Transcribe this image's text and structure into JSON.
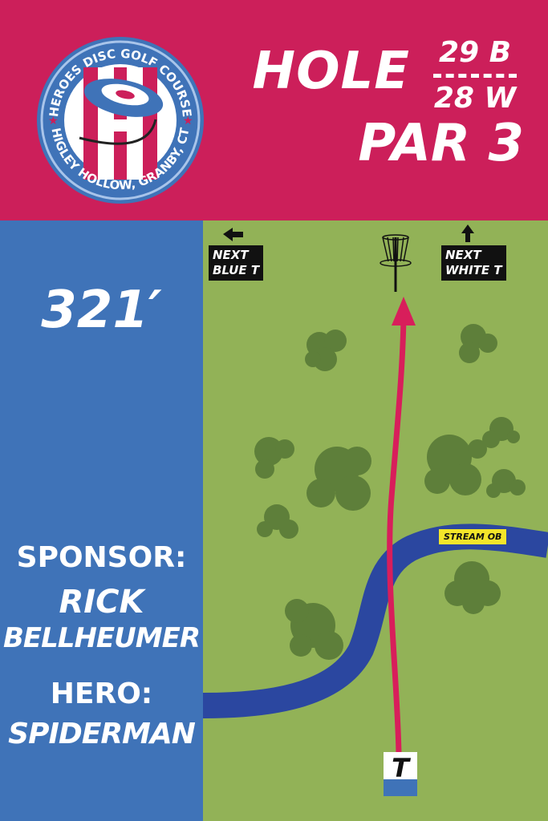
{
  "logo": {
    "top_text": "HEROES DISC GOLF COURSE",
    "bottom_text": "HIGLEY HOLLOW, GRANBY, CT"
  },
  "header": {
    "hole_label": "HOLE",
    "hole_blue": "29 B",
    "hole_white": "28 W",
    "par": "PAR 3"
  },
  "left": {
    "distance": "321′",
    "sponsor_label": "SPONSOR:",
    "sponsor_name_1": "RICK",
    "sponsor_name_2": "BELLHEUMER",
    "hero_label": "HERO:",
    "hero_name": "SPIDERMAN"
  },
  "map": {
    "next_blue": [
      "NEXT",
      "BLUE T"
    ],
    "next_white": [
      "NEXT",
      "WHITE T"
    ],
    "stream_label": "STREAM OB",
    "tee_label": "T"
  },
  "colors": {
    "pink": "#cc1f5a",
    "blue": "#3f73b8",
    "grass": "#92b257",
    "tree": "#5e7f3a",
    "stream": "#2b47a0"
  }
}
